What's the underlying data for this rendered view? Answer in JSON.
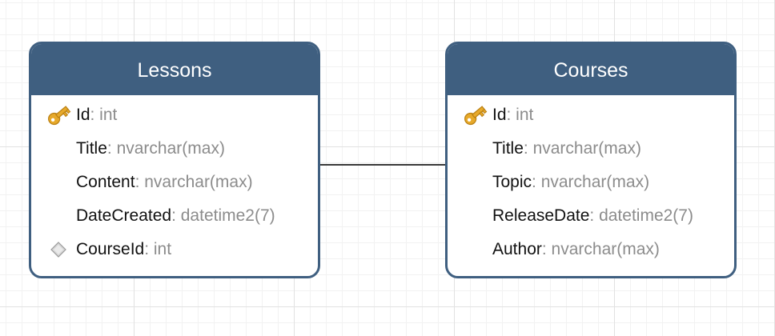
{
  "colors": {
    "header": "#3f5f80",
    "field_type": "#8c8c8c",
    "key_icon": "#e7a92a",
    "fk_icon": "#c9c9c9"
  },
  "lessons": {
    "title": "Lessons",
    "fields": [
      {
        "name": "Id",
        "type": ": int",
        "icon": "primary-key-icon"
      },
      {
        "name": "Title",
        "type": ": nvarchar(max)",
        "icon": ""
      },
      {
        "name": "Content",
        "type": ": nvarchar(max)",
        "icon": ""
      },
      {
        "name": "DateCreated",
        "type": ": datetime2(7)",
        "icon": ""
      },
      {
        "name": "CourseId",
        "type": ": int",
        "icon": "foreign-key-icon"
      }
    ]
  },
  "courses": {
    "title": "Courses",
    "fields": [
      {
        "name": "Id",
        "type": ": int",
        "icon": "primary-key-icon"
      },
      {
        "name": "Title",
        "type": ": nvarchar(max)",
        "icon": ""
      },
      {
        "name": "Topic",
        "type": ": nvarchar(max)",
        "icon": ""
      },
      {
        "name": "ReleaseDate",
        "type": ": datetime2(7)",
        "icon": ""
      },
      {
        "name": "Author",
        "type": ": nvarchar(max)",
        "icon": ""
      }
    ]
  }
}
